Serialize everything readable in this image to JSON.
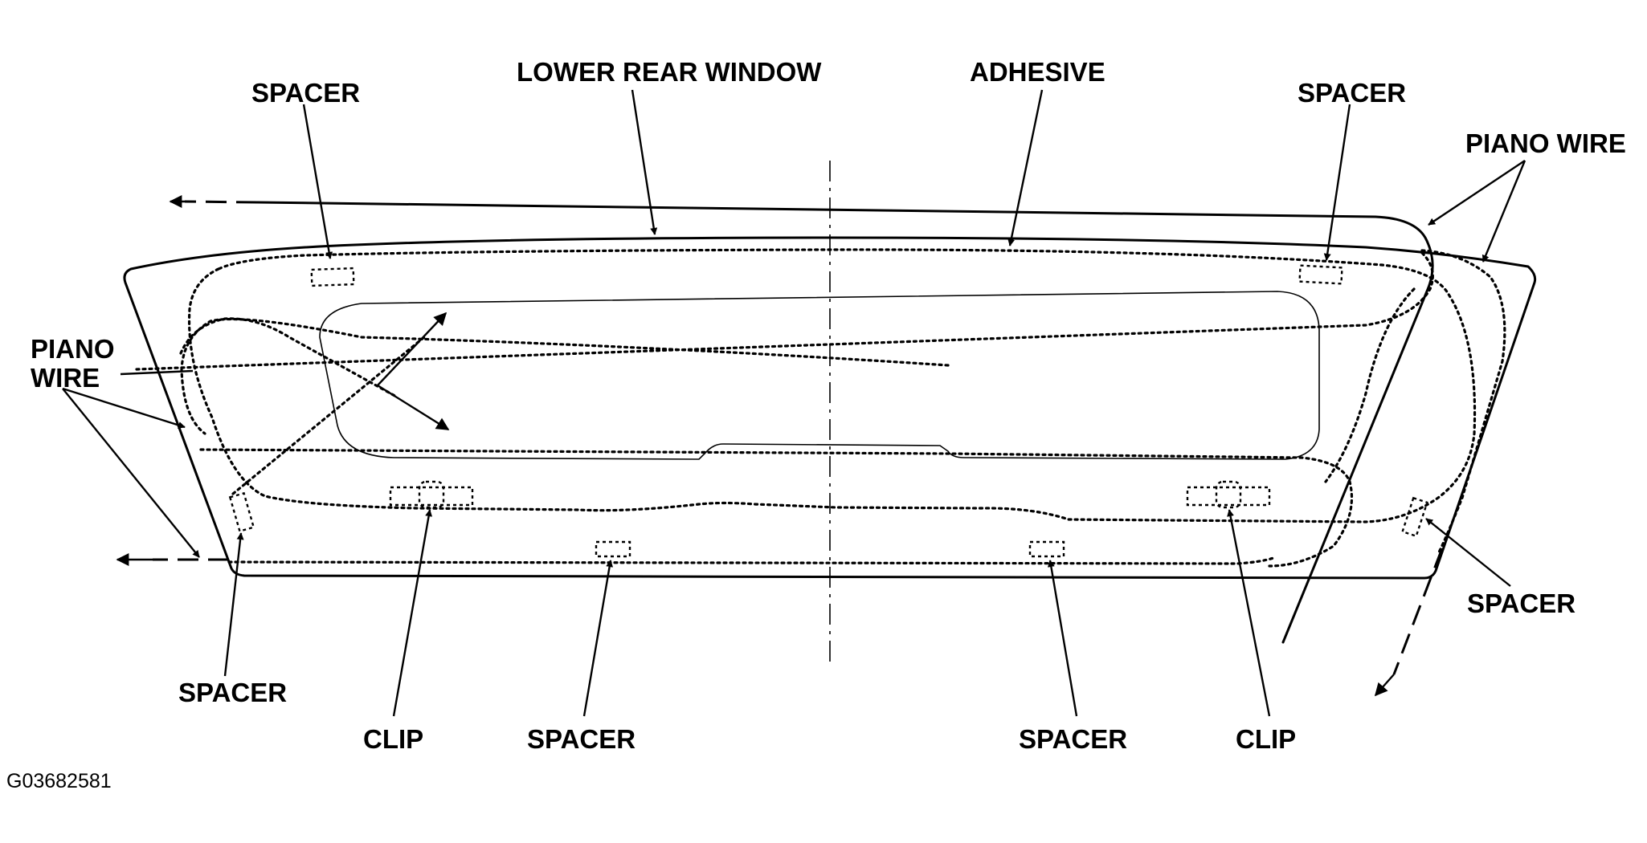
{
  "labels": {
    "spacer_top_left": "SPACER",
    "lower_rear_window": "LOWER REAR WINDOW",
    "adhesive": "ADHESIVE",
    "spacer_top_right": "SPACER",
    "piano_wire_top_right": "PIANO WIRE",
    "piano_wire_left_line1": "PIANO",
    "piano_wire_left_line2": "WIRE",
    "spacer_right": "SPACER",
    "spacer_bottom_left": "SPACER",
    "clip_left": "CLIP",
    "spacer_bottom_center_left": "SPACER",
    "spacer_bottom_center_right": "SPACER",
    "clip_right": "CLIP"
  },
  "figure_code": "G03682581"
}
